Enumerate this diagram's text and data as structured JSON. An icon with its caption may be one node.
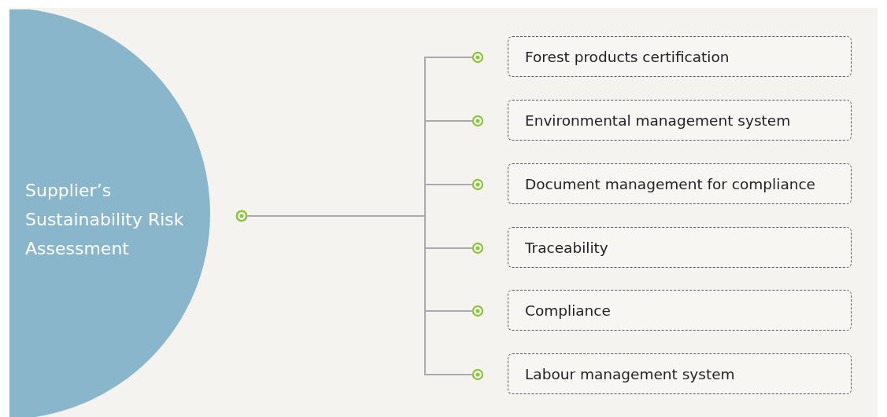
{
  "diagram": {
    "nodes": [
      {
        "text": [
          "Supplier’s Sustainability Risk Assessment"
        ]
      },
      {
        "text": [
          "Forest products certification"
        ]
      },
      {
        "text": [
          "Environmental management system"
        ]
      },
      {
        "text": [
          "Document management for compliance"
        ]
      },
      {
        "text": [
          "Traceability"
        ]
      },
      {
        "text": [
          "Compliance"
        ]
      },
      {
        "text": [
          "Labour management system"
        ]
      }
    ],
    "edges": [
      {
        "from": 0,
        "to": 1,
        "arrow": "other"
      },
      {
        "from": 0,
        "to": 2,
        "arrow": "other"
      },
      {
        "from": 0,
        "to": 3,
        "arrow": "other"
      },
      {
        "from": 0,
        "to": 4,
        "arrow": "other"
      },
      {
        "from": 0,
        "to": 5,
        "arrow": "other"
      },
      {
        "from": 0,
        "to": 6,
        "arrow": "other"
      }
    ]
  }
}
